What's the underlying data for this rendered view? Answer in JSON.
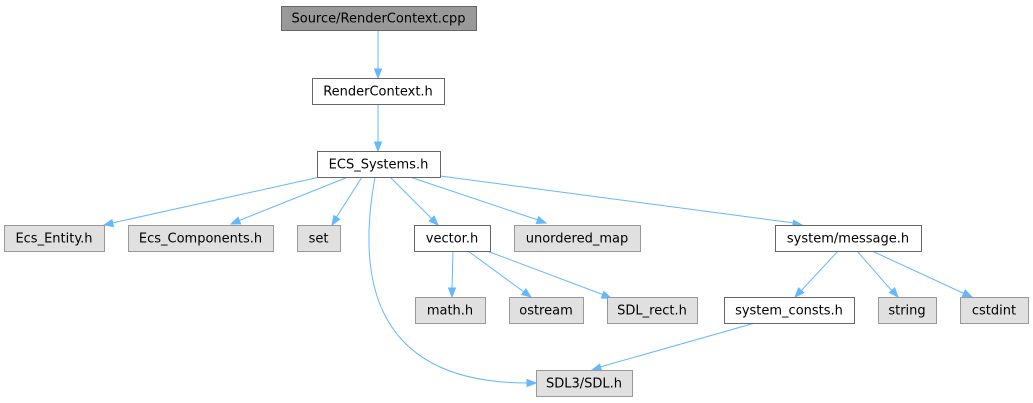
{
  "title": "Source/RenderContext.cpp include dependency graph",
  "colors": {
    "root_fill": "#999999",
    "root_stroke": "#666666",
    "doc_fill": "#ffffff",
    "doc_stroke": "#666666",
    "ext_fill": "#e0e0e0",
    "ext_stroke": "#999999",
    "edge": "#63b8ff"
  },
  "nodes": [
    {
      "id": "root",
      "label": "Source/RenderContext.cpp",
      "kind": "root"
    },
    {
      "id": "rc",
      "label": "RenderContext.h",
      "kind": "doc"
    },
    {
      "id": "ecs",
      "label": "ECS_Systems.h",
      "kind": "doc"
    },
    {
      "id": "entity",
      "label": "Ecs_Entity.h",
      "kind": "ext"
    },
    {
      "id": "comps",
      "label": "Ecs_Components.h",
      "kind": "ext"
    },
    {
      "id": "set",
      "label": "set",
      "kind": "ext"
    },
    {
      "id": "vector",
      "label": "vector.h",
      "kind": "doc"
    },
    {
      "id": "umap",
      "label": "unordered_map",
      "kind": "ext"
    },
    {
      "id": "msg",
      "label": "system/message.h",
      "kind": "doc"
    },
    {
      "id": "math",
      "label": "math.h",
      "kind": "ext"
    },
    {
      "id": "ostream",
      "label": "ostream",
      "kind": "ext"
    },
    {
      "id": "sdlrect",
      "label": "SDL_rect.h",
      "kind": "ext"
    },
    {
      "id": "consts",
      "label": "system_consts.h",
      "kind": "doc"
    },
    {
      "id": "string",
      "label": "string",
      "kind": "ext"
    },
    {
      "id": "cstdint",
      "label": "cstdint",
      "kind": "ext"
    },
    {
      "id": "sdl",
      "label": "SDL3/SDL.h",
      "kind": "ext"
    }
  ],
  "edges": [
    {
      "from": "root",
      "to": "rc"
    },
    {
      "from": "rc",
      "to": "ecs"
    },
    {
      "from": "ecs",
      "to": "entity"
    },
    {
      "from": "ecs",
      "to": "comps"
    },
    {
      "from": "ecs",
      "to": "set"
    },
    {
      "from": "ecs",
      "to": "vector"
    },
    {
      "from": "ecs",
      "to": "umap"
    },
    {
      "from": "ecs",
      "to": "msg"
    },
    {
      "from": "ecs",
      "to": "sdl"
    },
    {
      "from": "vector",
      "to": "math"
    },
    {
      "from": "vector",
      "to": "ostream"
    },
    {
      "from": "vector",
      "to": "sdlrect"
    },
    {
      "from": "msg",
      "to": "consts"
    },
    {
      "from": "msg",
      "to": "string"
    },
    {
      "from": "msg",
      "to": "cstdint"
    },
    {
      "from": "consts",
      "to": "sdl"
    }
  ]
}
